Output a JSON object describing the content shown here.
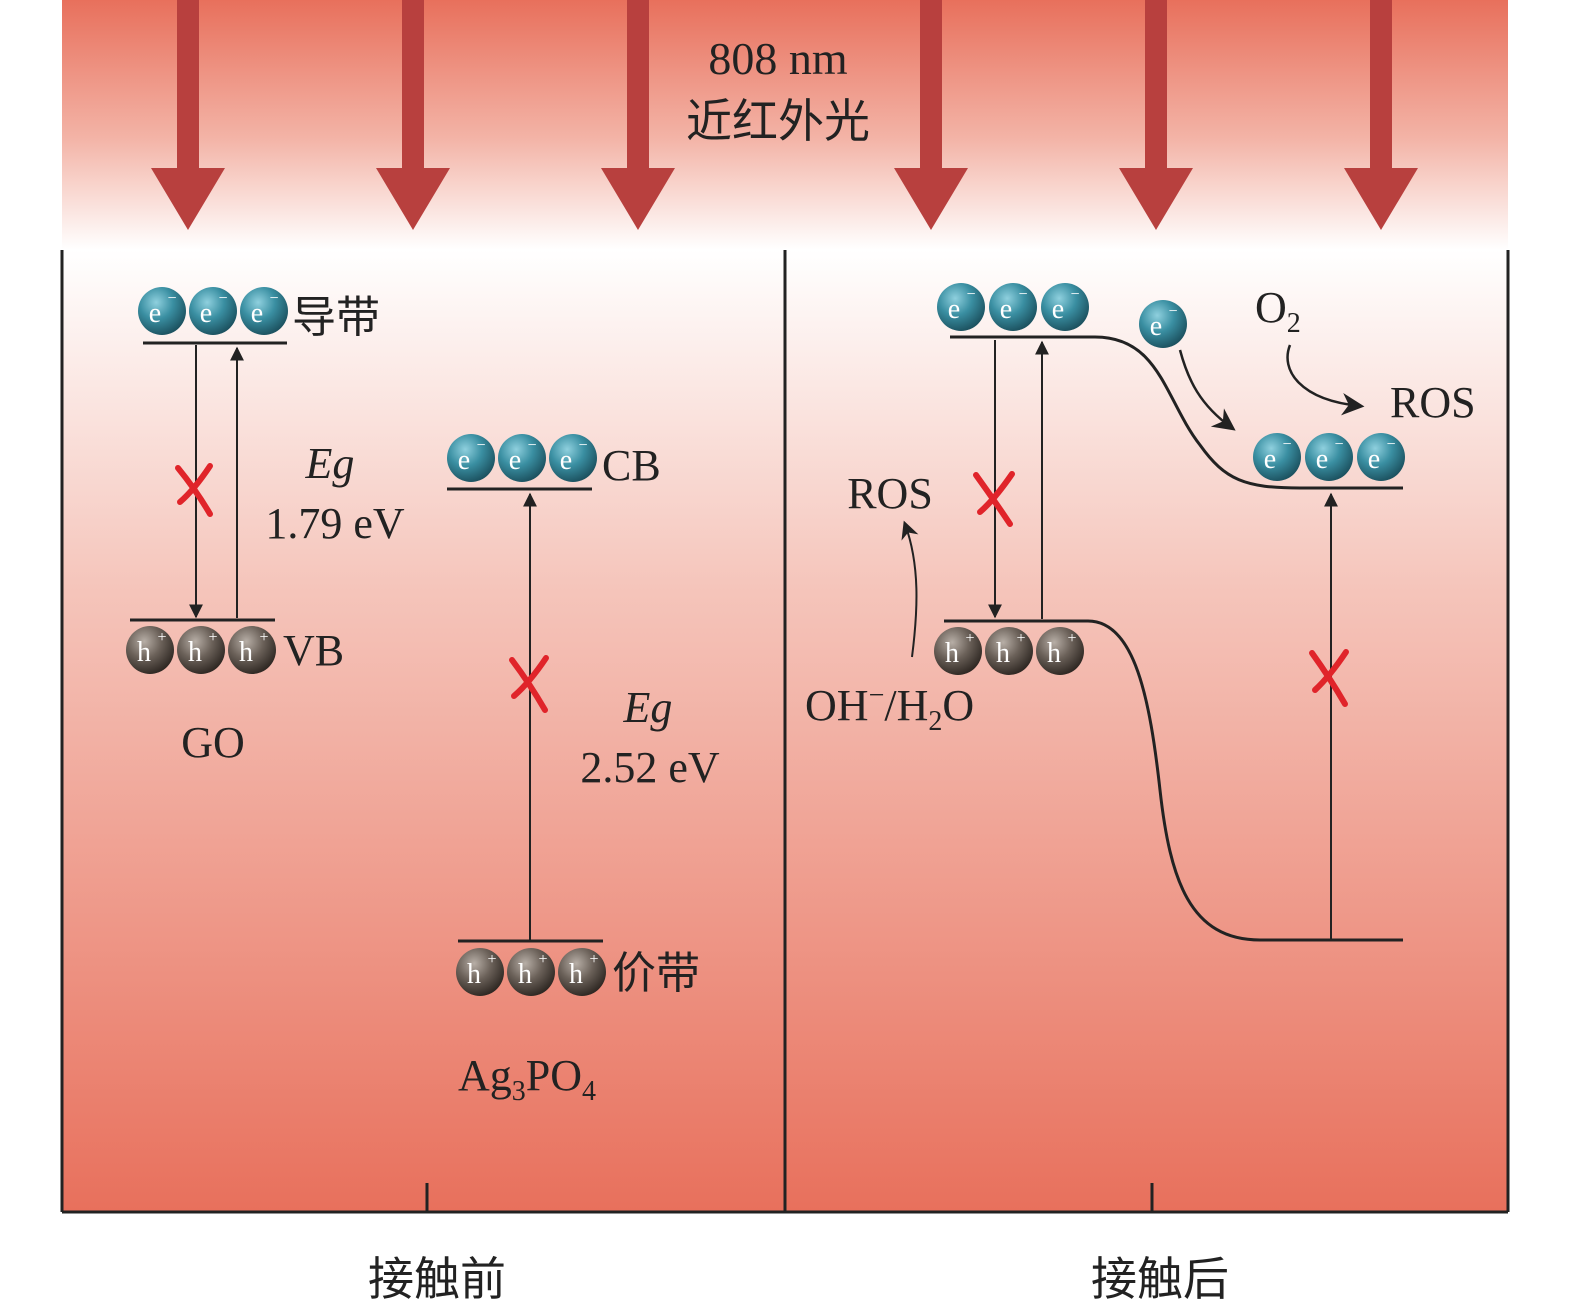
{
  "light": {
    "wavelength": "808 nm",
    "label": "近红外光"
  },
  "panels": {
    "before": "接触前",
    "after": "接触后"
  },
  "go": {
    "name": "GO",
    "cb_label": "导带",
    "vb_label": "VB",
    "eg_symbol": "Eg",
    "eg_value": "1.79 eV"
  },
  "ag3po4": {
    "name_main": "Ag",
    "name_sub1": "3",
    "name_mid": "PO",
    "name_sub2": "4",
    "cb_label": "CB",
    "vb_label": "价带",
    "eg_symbol": "Eg",
    "eg_value": "2.52 eV"
  },
  "after": {
    "ros_left": "ROS",
    "oh_main": "OH",
    "oh_sup": "−",
    "oh_mid": "/H",
    "oh_sub": "2",
    "oh_end": "O",
    "o2_main": "O",
    "o2_sub": "2",
    "ros_right": "ROS"
  },
  "particles": {
    "electron": "e",
    "electron_sup": "−",
    "hole": "h",
    "hole_sup": "+"
  },
  "colors": {
    "background_top": "#e8705c",
    "background_fade": "#ffffff",
    "arrow": "#b8403e",
    "electron": "#2f7f92",
    "hole": "#5a5048",
    "cross": "#e0242a"
  }
}
